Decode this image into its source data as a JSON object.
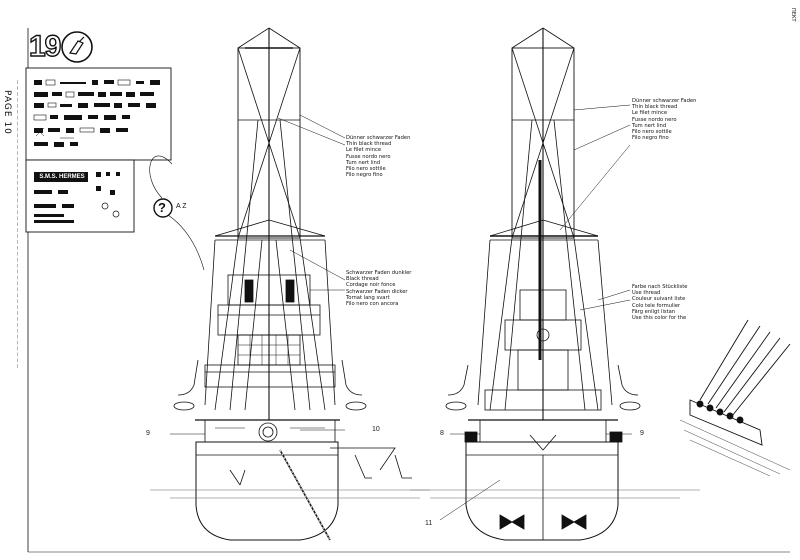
{
  "page_label": "PAGE 10",
  "step_number": "19",
  "right_margin_label": "ПЕКТ",
  "flag_card": {
    "title": "S.M.S. HERMES"
  },
  "callout_symbol": "?",
  "callout_code": "A Z",
  "left_view_labels": [
    "Dünner schwarzer Faden",
    "Thin black thread",
    "Le filet mince",
    "Fusse nordo nero",
    "Tum nert lind",
    "Filo nero sottile",
    "Filo negro fino"
  ],
  "left_view_labels_2": [
    "Schwarzer Faden dunkler",
    "Black thread",
    "Cordage noir fonce",
    "Schwarzer Faden dicker",
    "Tornat lang svart",
    "Filo nero con ancora"
  ],
  "right_view_labels": [
    "Dünner schwarzer Faden",
    "Thin black thread",
    "Le filet mince",
    "Fusse nordo nero",
    "Tum nert lind",
    "Filo nero sottile",
    "Filo negro fino"
  ],
  "right_view_labels_2": [
    "Farbe nach Stückliste",
    "Use thread",
    "Couleur suivant liste",
    "Colo tele formulier",
    "Färg enligt listan",
    "Use this color for the"
  ],
  "part_numbers": {
    "left_a": "9",
    "left_b": "10",
    "right_a": "8",
    "right_b": "9",
    "bottom": "11"
  },
  "colors": {
    "ink": "#111111",
    "paper": "#ffffff",
    "water": "#666666"
  }
}
